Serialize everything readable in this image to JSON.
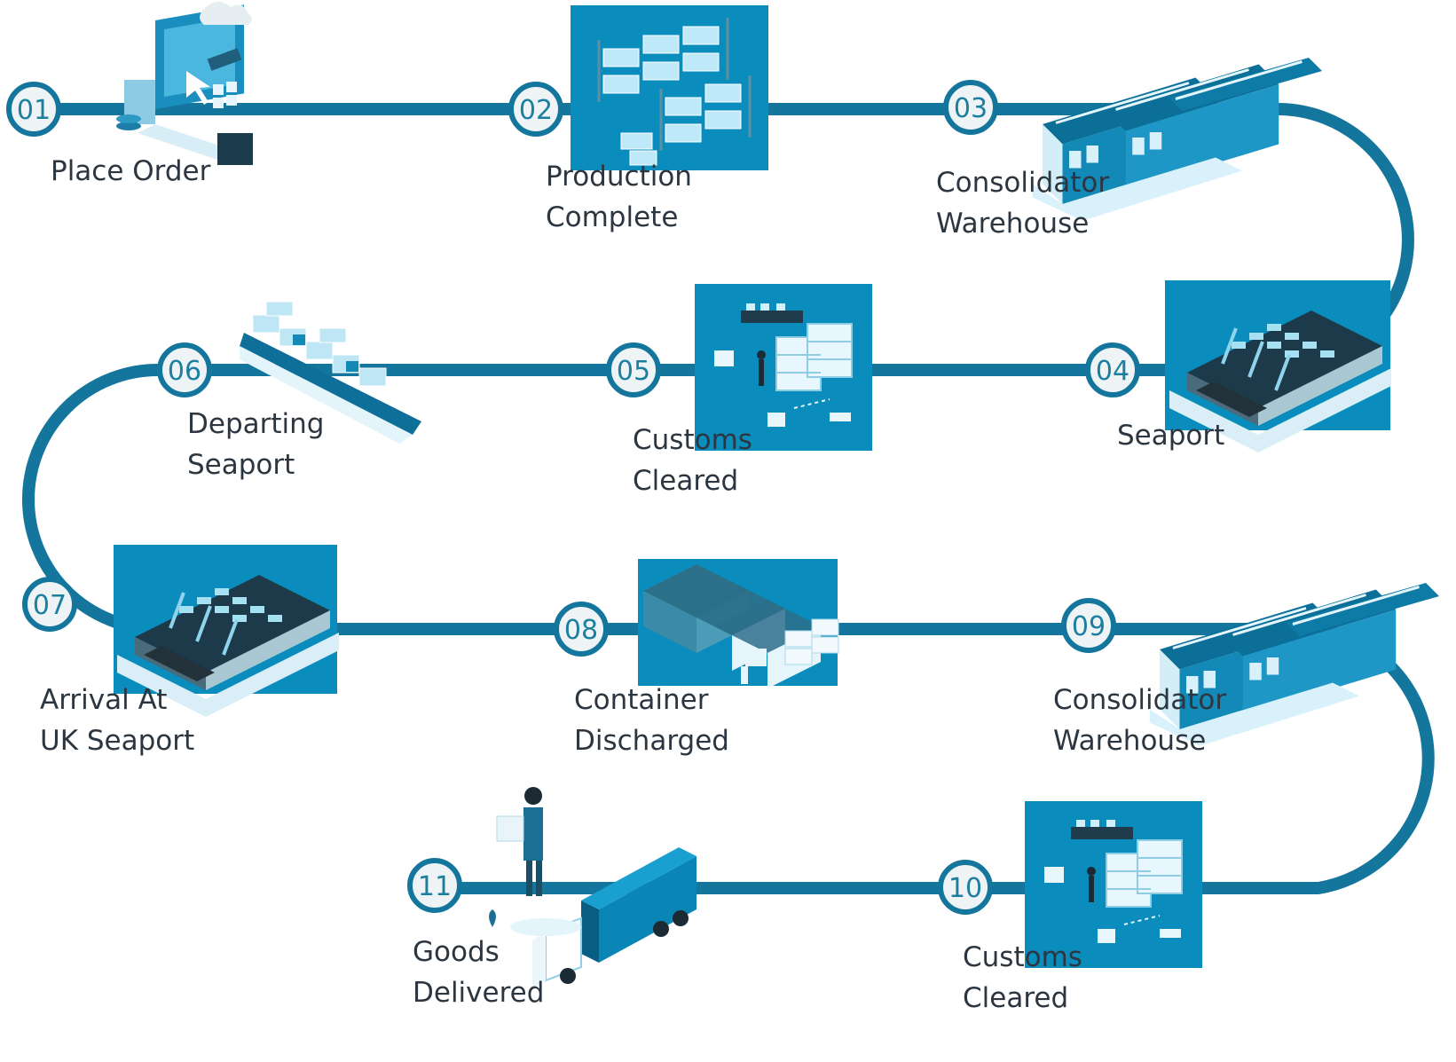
{
  "colors": {
    "path": "#14769c",
    "node_ring": "#14769c",
    "node_fill": "#eef3f5",
    "number_text": "#1d7fa0",
    "tile_bg": "#0a8dbd",
    "tile_light": "#bfe6f5",
    "label_text": "#2c3640"
  },
  "steps": [
    {
      "num": "01",
      "line1": "Place Order",
      "line2": "",
      "icon": "online-order-computer-icon"
    },
    {
      "num": "02",
      "line1": "Production",
      "line2": "Complete",
      "icon": "production-shelves-icon"
    },
    {
      "num": "03",
      "line1": "Consolidator",
      "line2": "Warehouse",
      "icon": "warehouse-icon"
    },
    {
      "num": "04",
      "line1": "Seaport",
      "line2": "",
      "icon": "seaport-icon"
    },
    {
      "num": "05",
      "line1": "Customs",
      "line2": "Cleared",
      "icon": "customs-icon"
    },
    {
      "num": "06",
      "line1": "Departing",
      "line2": "Seaport",
      "icon": "container-ship-icon"
    },
    {
      "num": "07",
      "line1": "Arrival At",
      "line2": "UK Seaport",
      "icon": "seaport-icon"
    },
    {
      "num": "08",
      "line1": "Container",
      "line2": "Discharged",
      "icon": "containers-forklift-icon"
    },
    {
      "num": "09",
      "line1": "Consolidator",
      "line2": "Warehouse",
      "icon": "warehouse-icon"
    },
    {
      "num": "10",
      "line1": "Customs",
      "line2": "Cleared",
      "icon": "customs-icon"
    },
    {
      "num": "11",
      "line1": "Goods",
      "line2": "Delivered",
      "icon": "delivery-truck-icon"
    }
  ]
}
